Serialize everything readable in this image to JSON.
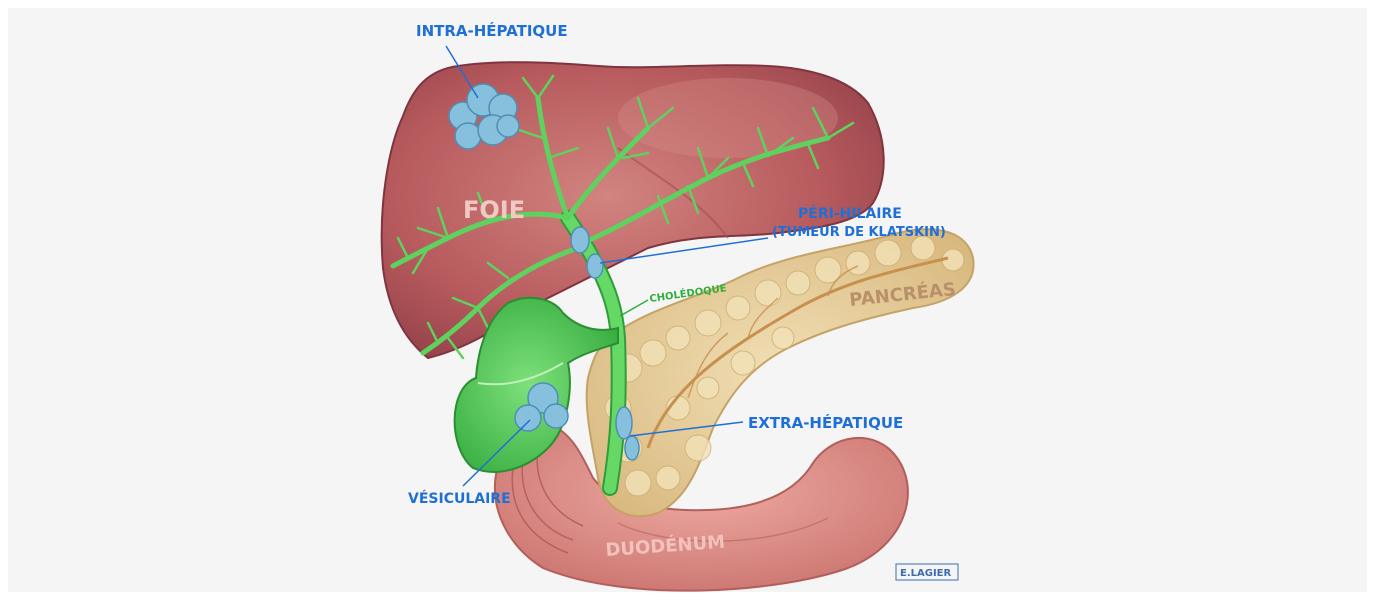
{
  "labels": {
    "intra": "INTRA-HÉPATIQUE",
    "foie": "FOIE",
    "peri_line1": "PÉRI-HILAIRE",
    "peri_line2": "(TUMEUR DE KLATSKIN)",
    "choledoque": "CHOLÉDOQUE",
    "pancreas": "PANCRÉAS",
    "extra": "EXTRA-HÉPATIQUE",
    "vesiculaire": "VÉSICULAIRE",
    "duodenum": "DUODÉNUM",
    "signature": "E.LAGIER"
  },
  "colors": {
    "background": "#f5f5f6",
    "liver": "#b75a5c",
    "liver_light": "#cf7d7b",
    "liver_edge": "#8f3f45",
    "ducts": "#5ed25e",
    "duct_edge": "#2f9d3b",
    "gallbladder": "#4fcf55",
    "tumor": "#7fb8d8",
    "pancreas": "#e6cf9c",
    "pancreas_edge": "#c9a96a",
    "duodenum": "#df8f88",
    "label_blue": "#1e6fd6",
    "label_green": "#2fae3a",
    "label_liver_text": "#f0c9c3",
    "label_pancreas_text": "#b8916a",
    "label_duodenum_text": "#f2c2bd"
  }
}
